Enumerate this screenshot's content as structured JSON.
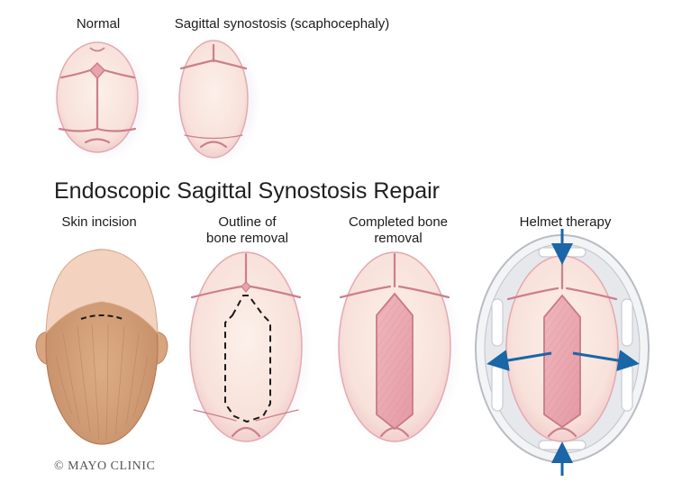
{
  "labels": {
    "normal": "Normal",
    "sagittal": "Sagittal synostosis (scaphocephaly)",
    "title": "Endoscopic Sagittal Synostosis Repair",
    "skin_incision": "Skin incision",
    "outline_line1": "Outline of",
    "outline_line2": "bone removal",
    "completed_line1": "Completed bone",
    "completed_line2": "removal",
    "helmet": "Helmet therapy",
    "credit": "© MAYO CLINIC"
  },
  "colors": {
    "bone": "#f8e3dd",
    "suture": "#d2838f",
    "scalp": "#d7a37c",
    "helmet_shell": "#e4e6ea",
    "arrow": "#1a66a6"
  }
}
